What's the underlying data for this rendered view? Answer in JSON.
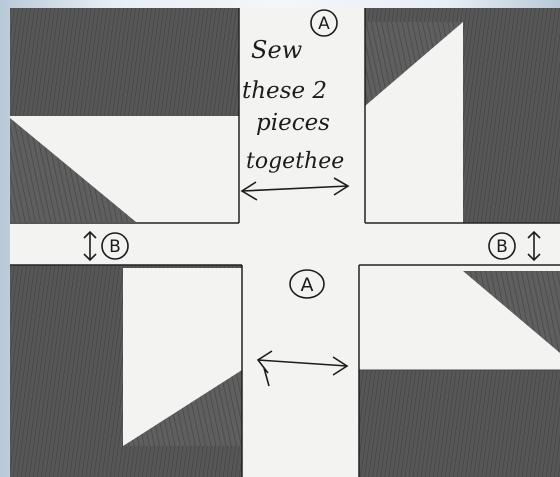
{
  "notes": {
    "line1": "Sew",
    "line2": "these 2",
    "line3": "pieces",
    "line4": "togethee"
  },
  "labels": {
    "a_top": "A",
    "a_center": "A",
    "b_left": "B",
    "b_right": "B"
  },
  "colors": {
    "paper": "#f3f3f1",
    "shade_dark": "#4a4a4a",
    "shade_mid": "#6a6a6a",
    "ink": "#1c1c1c",
    "background": "#dfe7ef"
  }
}
